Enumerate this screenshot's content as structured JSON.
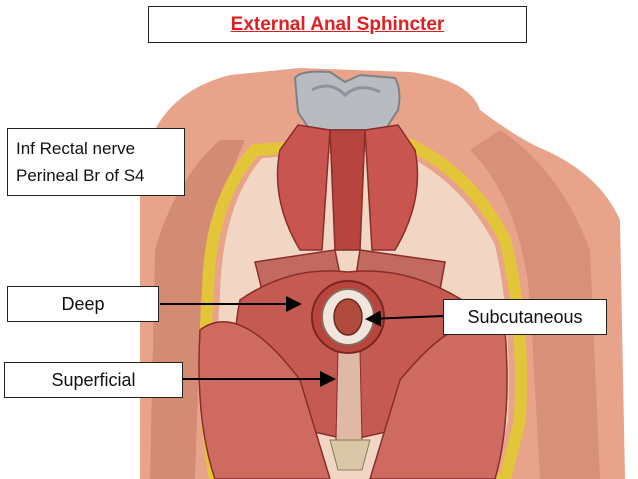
{
  "title": "External Anal Sphincter",
  "labels": {
    "nerve_line1": "Inf Rectal nerve",
    "nerve_line2": "Perineal Br of S4",
    "deep": "Deep",
    "superficial": "Superficial",
    "subcutaneous": "Subcutaneous"
  },
  "colors": {
    "title": "#e02020",
    "skin": "#e8a48a",
    "muscle": "#c8554f",
    "fat": "#e3c53a",
    "bone": "#b8bcc0"
  }
}
